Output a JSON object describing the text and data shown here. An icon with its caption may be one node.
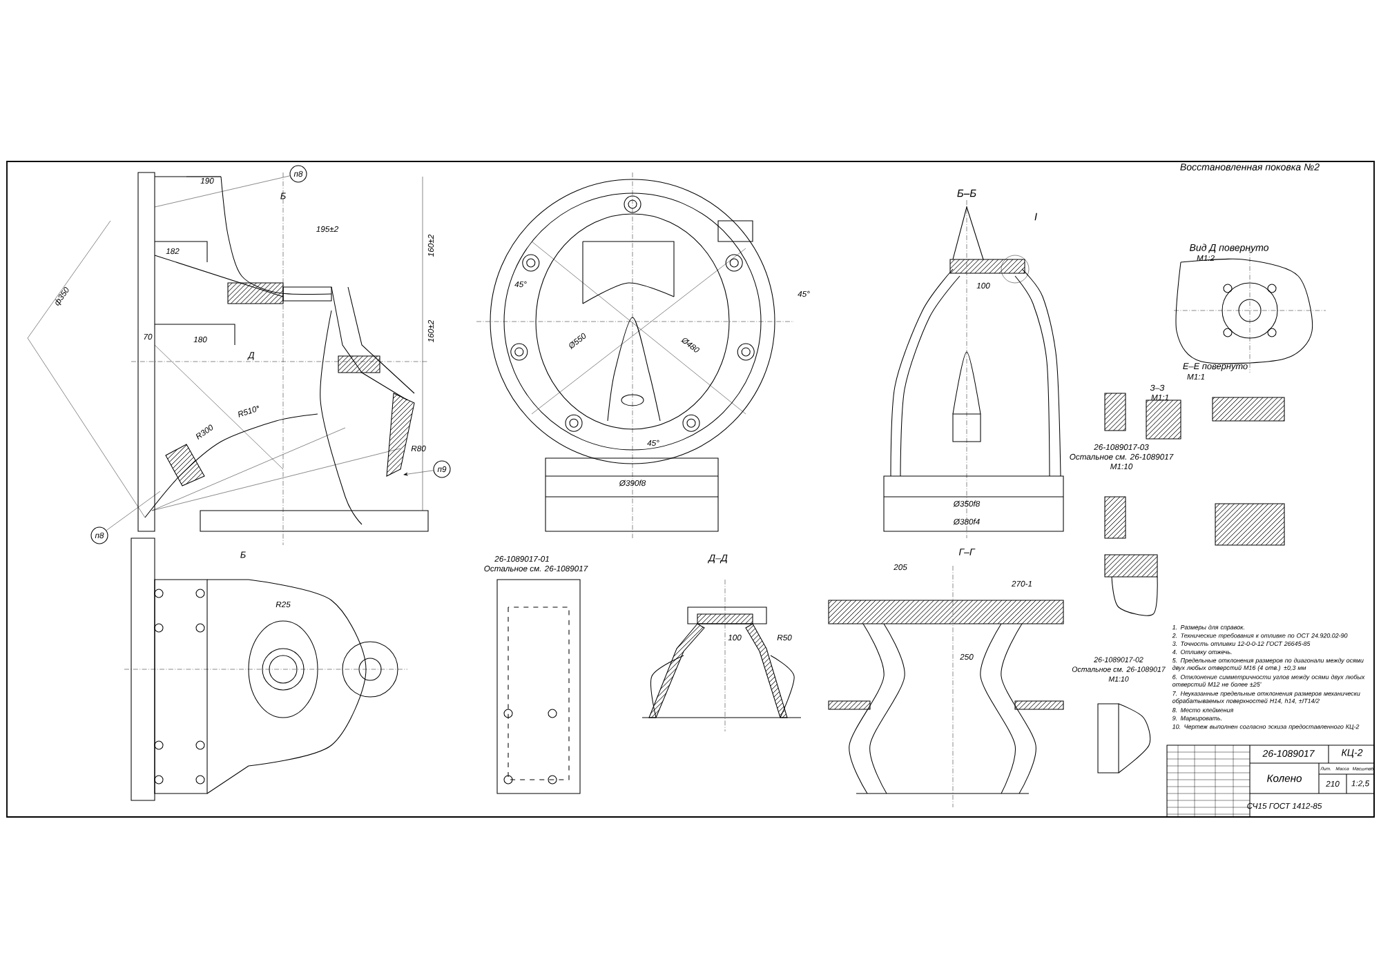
{
  "diagram": {
    "nodes": [
      {
        "text": [
          "п8"
        ]
      },
      {
        "text": [
          "п9"
        ]
      },
      {
        "text": [
          "п8"
        ]
      },
      {
        "text": [],
        "shape": "picture",
        "beside": [
          "Б"
        ]
      }
    ],
    "edges": [
      {
        "from": 0,
        "to": 3,
        "arrow": "none"
      },
      {
        "from": 1,
        "to": 3,
        "arrow": "to"
      },
      {
        "from": 2,
        "to": 3,
        "arrow": "none"
      }
    ],
    "labels": [
      "Восстановленная поковка №2",
      "Вид Д повернуто",
      "М1:2",
      "Е–Е повернуто",
      "М1:1",
      "З–З",
      "М1:1",
      "Б–Б",
      "I",
      "26-1089017-03",
      "Остальное см. 26-1089017",
      "М1:10",
      "190",
      "195±2",
      "182",
      "70",
      "180",
      "ф350",
      "R510*",
      "R300",
      "R80",
      "160±2",
      "160±2",
      "Б",
      "Д",
      "Ø390f8",
      "45°",
      "45°",
      "45°",
      "Ø550",
      "Ø480",
      "100",
      "Ø350f8",
      "Ø380f4",
      "26-1089017-01",
      "Остальное см. 26-1089017",
      "R25",
      "Д–Д",
      "100",
      "R50",
      "Г–Г",
      "205",
      "270-1",
      "250",
      "26-1089017-02",
      "Остальное см. 26-1089017",
      "М1:10",
      "1. Размеры для справок.",
      "2. Технические требования к отливке по ОСТ 24.920.02-90",
      "3. Точность отливки 12-0-0-12 ГОСТ 26645-85",
      "4. Отливку отжечь.",
      "5. Предельные отклонения размеров по диагонали между осями двух любых отверстий М16 (4 отв.) ±0,3 мм",
      "6. Отклонение симметричности углов между осями двух любых отверстий М12 не более ±25'",
      "7. Неуказанные предельные отклонения размеров механически обрабатываемых поверхностей H14, h14, ±IT14/2",
      "8. Место клеймения",
      "9. Маркировать.",
      "10. Чертеж выполнен согласно эскиза предоставленного КЦ-2",
      "26-1089017",
      "КЦ-2",
      "Колено",
      "Лит.",
      "Масса",
      "Масштаб",
      "210",
      "1:2,5",
      "СЧ15 ГОСТ 1412-85"
    ]
  }
}
